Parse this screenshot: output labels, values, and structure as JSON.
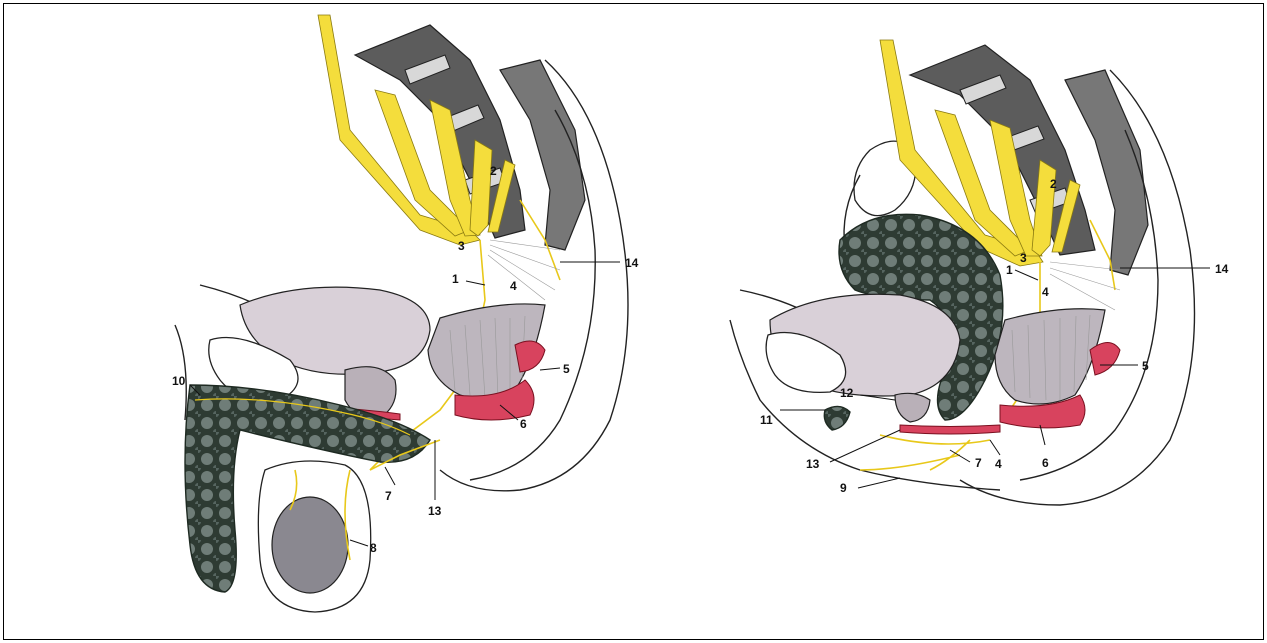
{
  "labels": {
    "male": {
      "l1": "1",
      "l2": "2",
      "l3": "3",
      "l4": "4",
      "l5": "5",
      "l6": "6",
      "l7": "7",
      "l8": "8",
      "l10": "10",
      "l13": "13",
      "l14": "14"
    },
    "female": {
      "l1": "1",
      "l2": "2",
      "l3": "3",
      "l4a": "4",
      "l4b": "4",
      "l5": "5",
      "l6": "6",
      "l7": "7",
      "l9": "9",
      "l11": "11",
      "l12": "12",
      "l13": "13",
      "l14": "14"
    }
  },
  "colors": {
    "nerve": "#f4dd3c",
    "muscle": "#d8435e",
    "bone": "#5c5c5c",
    "erectile_dark": "#2e3b33",
    "erectile_light": "#6f7d78",
    "organ": "#d9d0d8"
  }
}
